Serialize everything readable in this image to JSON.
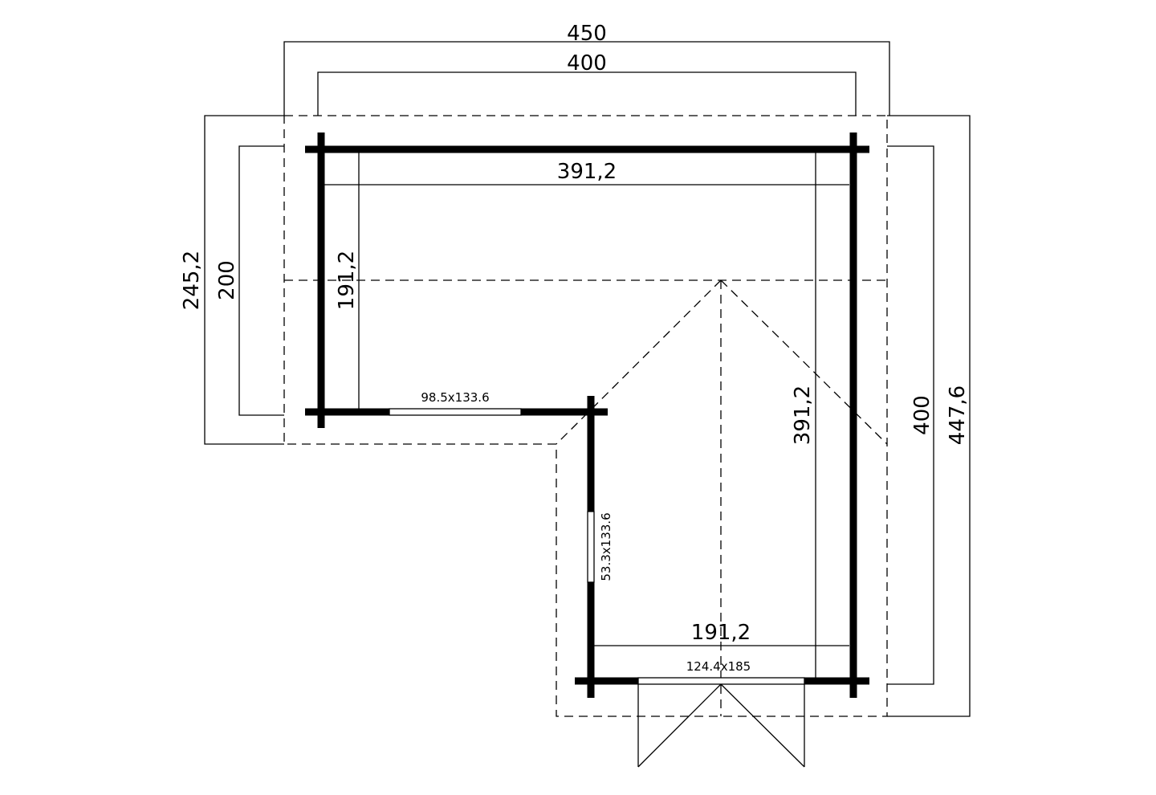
{
  "dimensions": {
    "overall_width_outer": "450",
    "overall_width_inner": "400",
    "interior_top_width": "391,2",
    "left_depth_outer": "245,2",
    "left_depth_inner": "200",
    "left_wing_interior": "191,2",
    "right_interior_depth": "391,2",
    "right_depth_inner": "400",
    "right_depth_outer": "447,6",
    "front_interior_width": "191,2"
  },
  "openings": {
    "window_upper": "98.5x133.6",
    "window_side": "53.3x133.6",
    "door": "124.4x185"
  }
}
